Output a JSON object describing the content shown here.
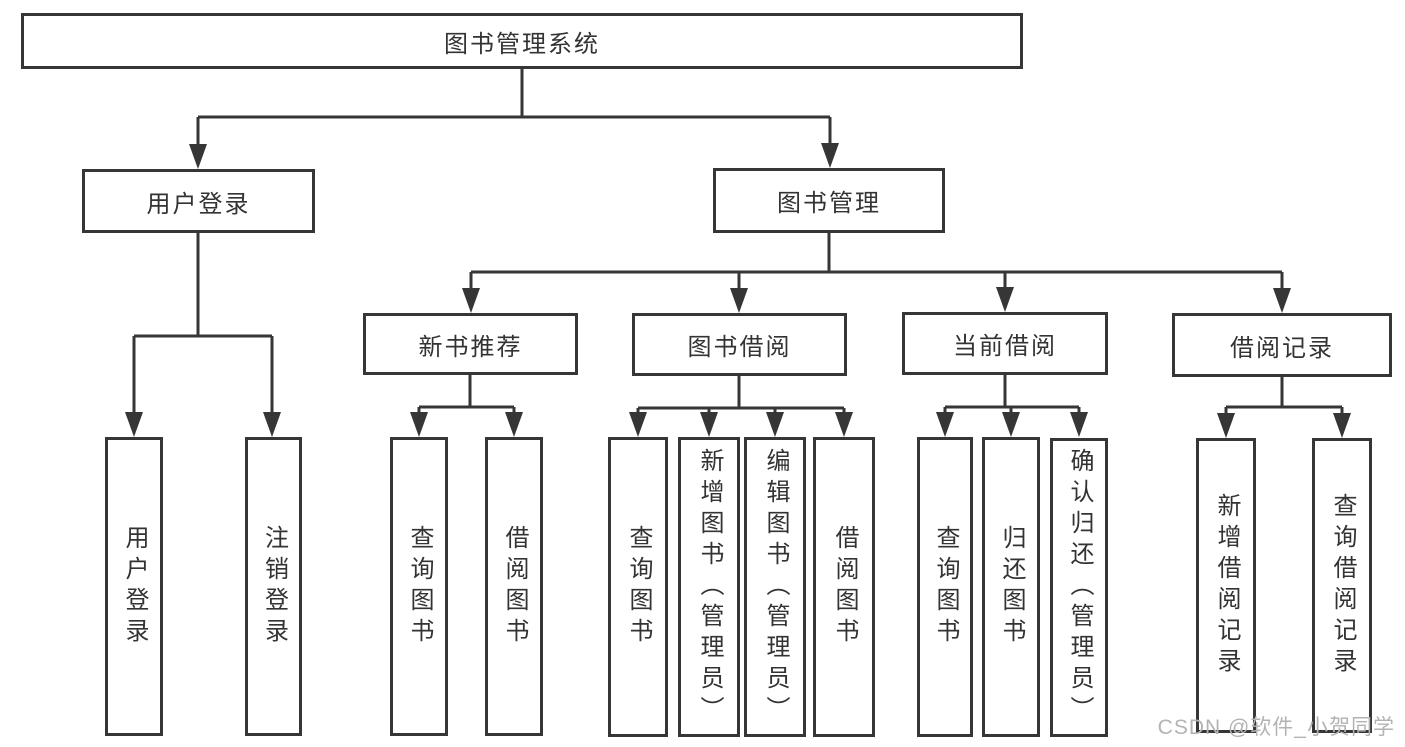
{
  "title": {
    "label": "图书管理系统"
  },
  "level2": [
    {
      "label": "用户登录"
    },
    {
      "label": "图书管理"
    }
  ],
  "level3": [
    {
      "label": "新书推荐"
    },
    {
      "label": "图书借阅"
    },
    {
      "label": "当前借阅"
    },
    {
      "label": "借阅记录"
    }
  ],
  "leaves": {
    "login": [
      {
        "label": "用户登录"
      },
      {
        "label": "注销登录"
      }
    ],
    "recommend": [
      {
        "label": "查询图书"
      },
      {
        "label": "借阅图书"
      }
    ],
    "borrow": [
      {
        "label": "查询图书"
      },
      {
        "label": "新增图书（管理员）"
      },
      {
        "label": "编辑图书（管理员）"
      },
      {
        "label": "借阅图书"
      }
    ],
    "current": [
      {
        "label": "查询图书"
      },
      {
        "label": "归还图书"
      },
      {
        "label": "确认归还（管理员）"
      }
    ],
    "records": [
      {
        "label": "新增借阅记录"
      },
      {
        "label": "查询借阅记录"
      }
    ]
  },
  "watermark": {
    "text": "CSDN @软件_小贺同学"
  },
  "colors": {
    "line": "#363636",
    "text": "#333333",
    "watermark": "#b3b3b3",
    "background": "#ffffff"
  }
}
